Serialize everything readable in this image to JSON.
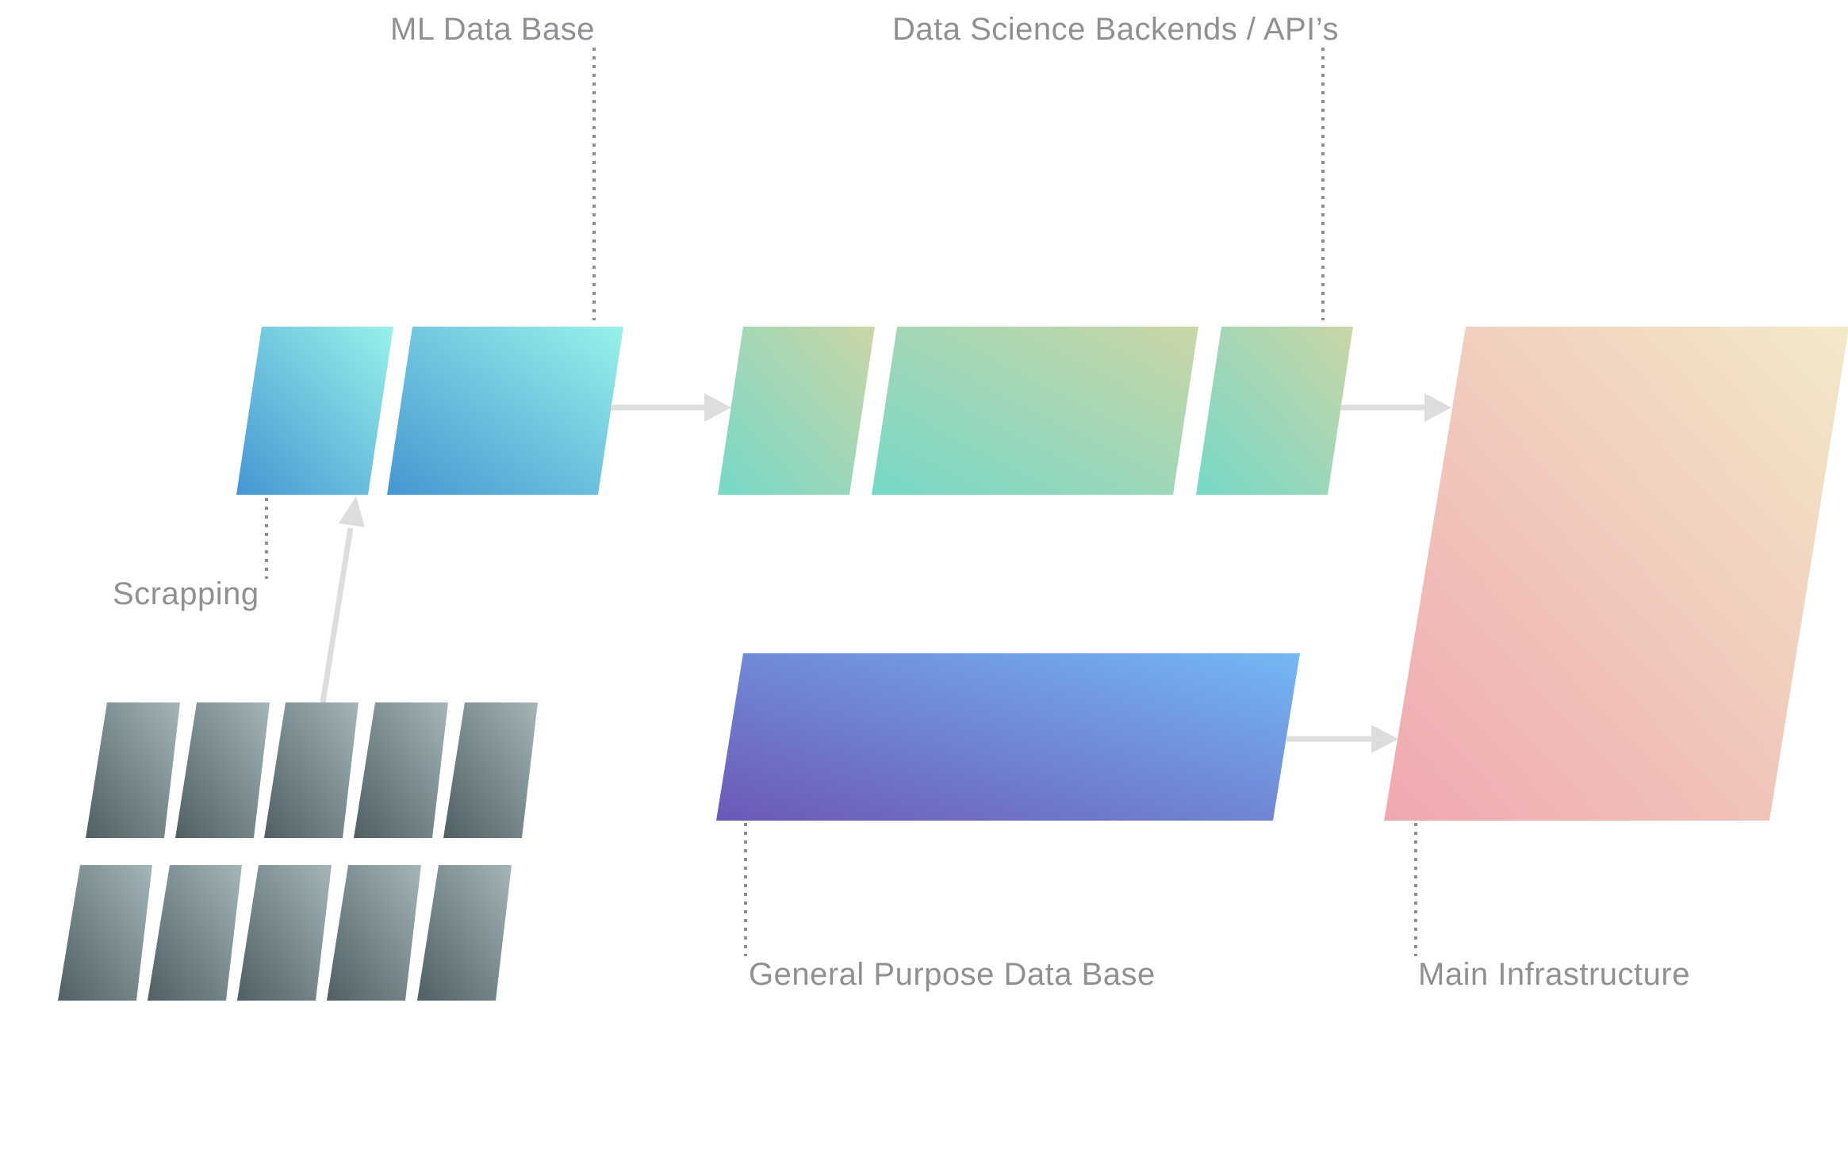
{
  "labels": {
    "ml_db": "ML Data Base",
    "ds_backends": "Data Science Backends / API’s",
    "scrapping": "Scrapping",
    "general_db": "General Purpose Data Base",
    "main_infra": "Main Infrastructure"
  },
  "colors": {
    "ml_db_gradient": [
      "#4696d2",
      "#98f2ea"
    ],
    "ds_gradient": [
      "#76d8c8",
      "#cad6a6"
    ],
    "general_db_gradient": [
      "#6c58b6",
      "#74b8f4"
    ],
    "infra_gradient": [
      "#f0a8b0",
      "#f2eac8"
    ],
    "scraper_gradient": [
      "#4f5f63",
      "#a4b6ba"
    ],
    "arrow": "#dddddd",
    "label_text": "#8e9094",
    "leader_line": "#8a8c90"
  }
}
